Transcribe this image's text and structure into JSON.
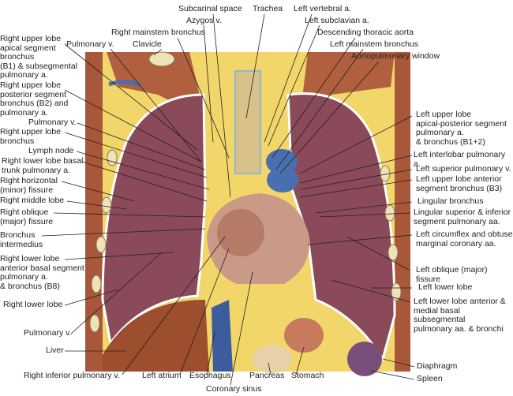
{
  "labels": {
    "subcarinal_space": "Subcarinal space",
    "trachea": "Trachea",
    "left_vertebral_a": "Left vertebral a.",
    "left_subclavian_a": "Left subclavian a.",
    "azygos_v": "Azygos v.",
    "descending_thoracic_aorta": "Descending thoracic aorta",
    "right_mainstem_bronchus": "Right mainstem bronchus",
    "left_mainstem_bronchus": "Left mainstem bronchus",
    "pulmonary_v_top": "Pulmonary v.",
    "clavicle": "Clavicle",
    "aortopulmonary_window": "Aortopulmonary window",
    "rul_apical": "Right upper lobe\napical segment\nbronchus\n(B1) & subsegmental\npulmonary a.",
    "rul_posterior": "Right upper lobe\nposterior segment\nbronchus (B2) and\npulmonary a.",
    "pulmonary_v_left": "Pulmonary v.",
    "rul_bronchus": "Right upper lobe\nbronchus",
    "lymph_node": "Lymph node",
    "rll_basal_trunk": "Right lower lobe basal\ntrunk pulmonary a.",
    "right_horizontal_fissure": "Right horizontal\n(minor) fissure",
    "right_middle_lobe": "Right middle lobe",
    "right_oblique_fissure": "Right oblique\n(major) fissure",
    "bronchus_intermedius": "Bronchus\nintermedius",
    "rll_anterior_basal": "Right lower lobe\nanterior basal segment\npulmonary a.\n& bronchus (B8)",
    "right_lower_lobe": "Right lower lobe",
    "pulmonary_v_bottom": "Pulmonary v.",
    "liver": "Liver",
    "right_inferior_pulmonary_v": "Right inferior pulmonary v.",
    "left_atrium": "Left atrium",
    "esophagus": "Esophagus",
    "coronary_sinus": "Coronary sinus",
    "pancreas": "Pancreas",
    "stomach": "Stomach",
    "lul_apical_posterior": "Left upper lobe\napical-posterior segment\npulmonary a.\n& bronchus (B1+2)",
    "left_interlobar_pa": "Left interlobar pulmonary a.",
    "left_superior_pv": "Left superior pulmonary v.",
    "lul_anterior": "Left upper lobe anterior\nsegment bronchus (B3)",
    "lingular_bronchus": "Lingular bronchus",
    "lingular_aa": "Lingular superior & inferior\nsegment pulmonary aa.",
    "left_circumflex": "Left circumflex and obtuse\nmarginal coronary aa.",
    "left_oblique_fissure": "Left oblique (major) fissure",
    "left_lower_lobe": "Left lower lobe",
    "lll_anterior_medial": "Left lower lobe anterior &\nmedial basal subsegmental\npulmonary aa. & bronchi",
    "diaphragm": "Diaphragm",
    "spleen": "Spleen"
  },
  "colors": {
    "muscle": "#a8573a",
    "fat": "#f2d66a",
    "lung": "#8a4a5a",
    "heart": "#c99a86",
    "liver": "#9c4e2e",
    "vein": "#4a6fb0",
    "spleen": "#7a4e7a"
  }
}
